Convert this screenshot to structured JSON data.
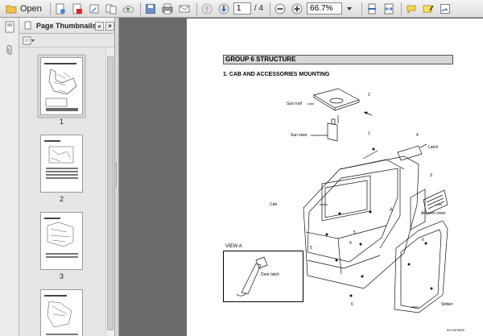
{
  "toolbar": {
    "open_label": "Open",
    "current_page": "1",
    "total_pages": "/ 4",
    "zoom": "66.7%"
  },
  "panel": {
    "title": "Page Thumbnails"
  },
  "thumbnails": [
    {
      "number": "1",
      "selected": true
    },
    {
      "number": "2",
      "selected": false
    },
    {
      "number": "3",
      "selected": false
    }
  ],
  "page": {
    "group_heading": "GROUP 6 STRUCTURE",
    "section_heading": "1. CAB AND ACCESSORIES MOUNTING",
    "labels": {
      "sun_roof": "Sun roof",
      "sun_visor": "Sun visor",
      "latch": "Latch",
      "cab": "Cab",
      "air_vent_cover": "Air vent cover",
      "view_a": "VIEW A",
      "door_latch": "Door latch",
      "striker": "Striker",
      "drawing_code": "90743CM05",
      "callout_a": "A",
      "num_1": "1",
      "num_2": "2",
      "num_3": "3",
      "num_4": "4",
      "num_5": "5",
      "num_6": "6"
    }
  }
}
